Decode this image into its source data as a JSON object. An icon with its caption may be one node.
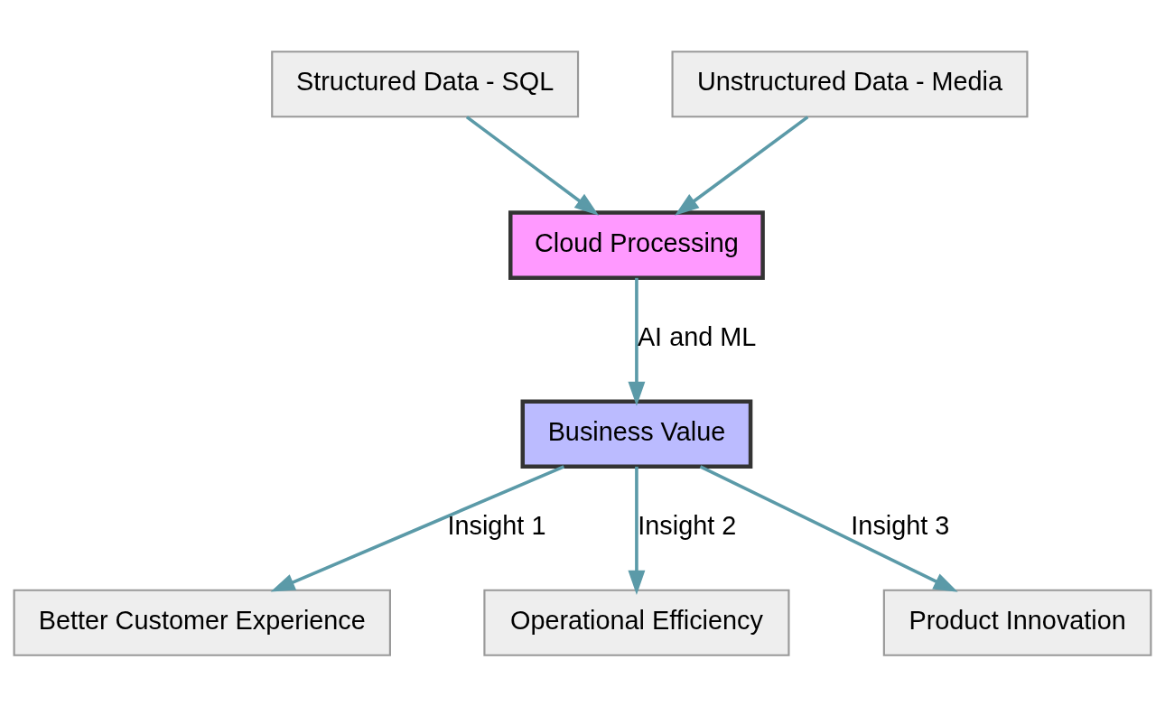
{
  "diagram": {
    "nodes": [
      {
        "text": [
          "Structured Data - SQL"
        ]
      },
      {
        "text": [
          "Unstructured Data - Media"
        ]
      },
      {
        "text": [
          "Cloud Processing"
        ]
      },
      {
        "text": [
          "Business Value"
        ]
      },
      {
        "text": [
          "Better Customer Experience"
        ]
      },
      {
        "text": [
          "Operational Efficiency"
        ]
      },
      {
        "text": [
          "Product Innovation"
        ]
      }
    ],
    "edges": [
      {
        "from": 0,
        "to": 2,
        "arrow": "to"
      },
      {
        "from": 1,
        "to": 2,
        "arrow": "to"
      },
      {
        "from": 2,
        "to": 3,
        "arrow": "to",
        "label": "AI and ML"
      },
      {
        "from": 3,
        "to": 4,
        "arrow": "to",
        "label": "Insight 1"
      },
      {
        "from": 3,
        "to": 5,
        "arrow": "to",
        "label": "Insight 2"
      },
      {
        "from": 3,
        "to": 6,
        "arrow": "to",
        "label": "Insight 3"
      }
    ]
  }
}
